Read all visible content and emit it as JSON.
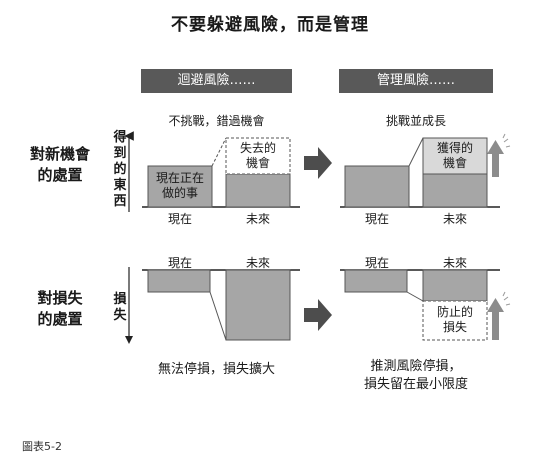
{
  "title": "不要躲避風險，而是管理",
  "columns": {
    "avoid": {
      "header": "迴避風險……",
      "opportunity_caption": "不挑戰，錯過機會",
      "loss_caption": "無法停損，損失擴大"
    },
    "manage": {
      "header": "管理風險……",
      "opportunity_caption": "挑戰並成長",
      "loss_caption_line1": "推測風險停損，",
      "loss_caption_line2": "損失留在最小限度"
    }
  },
  "rows": {
    "opportunity": {
      "label_line1": "對新機會",
      "label_line2": "的處置",
      "axis_label": [
        "得",
        "到",
        "的",
        "東",
        "西"
      ]
    },
    "loss": {
      "label_line1": "對損失",
      "label_line2": "的處置",
      "axis_label": [
        "損",
        "失"
      ]
    }
  },
  "ticks": {
    "now": "現在",
    "future": "未來"
  },
  "boxes": {
    "now_doing": {
      "line1": "現在正在",
      "line2": "做的事"
    },
    "lost_opportunity": {
      "line1": "失去的",
      "line2": "機會"
    },
    "gained_opportunity": {
      "line1": "獲得的",
      "line2": "機會"
    },
    "prevented_loss": {
      "line1": "防止的",
      "line2": "損失"
    }
  },
  "figure_caption": "圖表5-2",
  "colors": {
    "header_bg": "#595959",
    "box_gray": "#a6a6a6",
    "arrow": "#4d4d4d",
    "up_arrow": "#8c8c8c"
  }
}
